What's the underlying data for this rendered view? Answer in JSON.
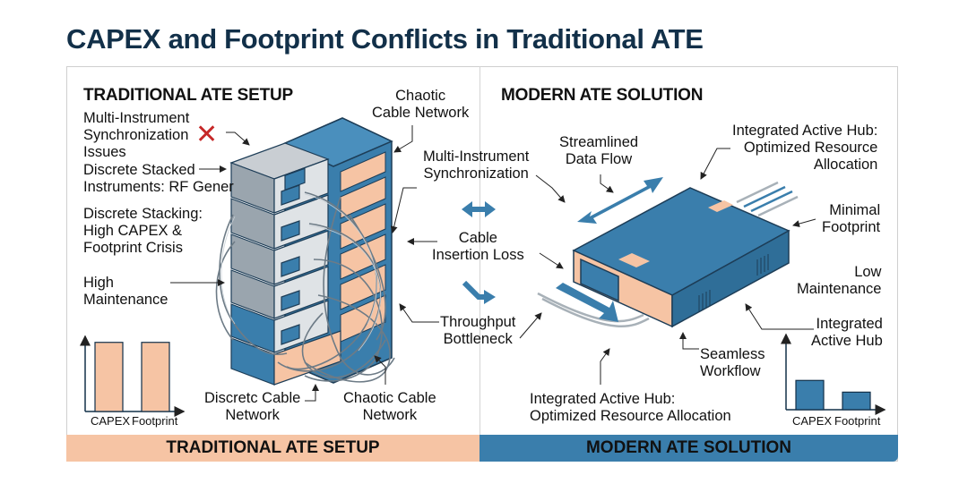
{
  "title": "CAPEX and Footprint Conflicts in Traditional ATE",
  "colors": {
    "title": "#123049",
    "traditional_accent": "#f6c4a4",
    "modern_accent": "#3a7eac",
    "error_mark": "#c62828"
  },
  "traditional": {
    "heading": "TRADITIONAL ATE SETUP",
    "footer": "TRADITIONAL ATE SETUP",
    "error_icon": "x-mark-icon",
    "labels": {
      "sync_issues": "Multi-Instrument\nSynchronization\nIssues",
      "stacked_instruments": "Discrete Stacked\nInstruments: RF Gener",
      "stacking_capex": "Discrete Stacking:\nHigh CAPEX &\nFootprint Crisis",
      "high_maintenance": "High\nMaintenance",
      "chaotic_cable_top": "Chaotic\nCable Network",
      "discrete_cable": "Discretc Cable\nNetwork",
      "chaotic_cable_bottom": "Chaotic Cable\nNetwork"
    },
    "chart": {
      "categories": [
        "CAPEX",
        "Footprint"
      ],
      "values": [
        1.0,
        1.0
      ]
    }
  },
  "center": {
    "sync": "Multi-Instrument\nSynchronization",
    "insertion_loss": "Cable\nInsertion Loss",
    "throughput": "Throughput\nBottleneck",
    "icons": [
      "double-arrow-icon",
      "bent-arrow-icon"
    ]
  },
  "modern": {
    "heading": "MODERN ATE SOLUTION",
    "footer": "MODERN ATE SOLUTION",
    "labels": {
      "streamlined": "Streamlined\nData Flow",
      "hub_top": "Integrated Active Hub:\nOptimized Resource\nAllocation",
      "minimal_footprint": "Minimal\nFootprint",
      "low_maintenance": "Low\nMaintenance",
      "integrated_hub": "Integrated\nActive Hub",
      "seamless": "Seamless\nWorkflow",
      "hub_bottom": "Integrated Active Hub:\nOptimized Resource Allocation"
    },
    "chart": {
      "categories": [
        "CAPEX",
        "Footprint"
      ],
      "values": [
        0.45,
        0.27
      ]
    }
  },
  "chart_data": [
    {
      "type": "bar",
      "title": "Traditional ATE Setup",
      "categories": [
        "CAPEX",
        "Footprint"
      ],
      "values": [
        1.0,
        1.0
      ],
      "xlabel": "",
      "ylabel": "",
      "ylim": [
        0,
        1.1
      ]
    },
    {
      "type": "bar",
      "title": "Modern ATE Solution",
      "categories": [
        "CAPEX",
        "Footprint"
      ],
      "values": [
        0.45,
        0.27
      ],
      "xlabel": "",
      "ylabel": "",
      "ylim": [
        0,
        1.1
      ]
    }
  ]
}
